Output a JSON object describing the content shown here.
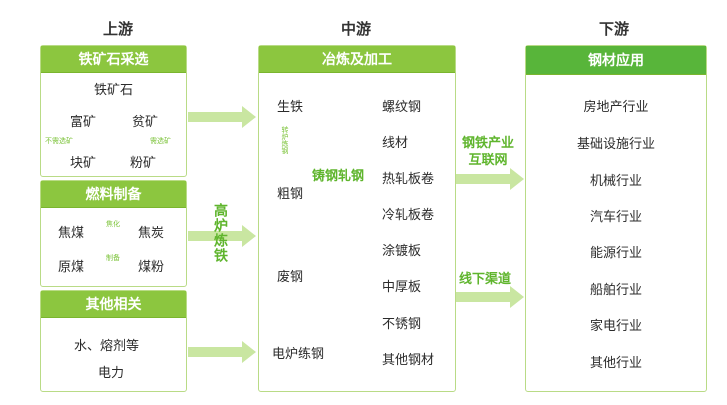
{
  "stages": {
    "upstream": "上游",
    "midstream": "中游",
    "downstream": "下游"
  },
  "upstream": {
    "ore": {
      "header": "铁矿石采选",
      "top": "铁矿石",
      "rich": "富矿",
      "poor": "贫矿",
      "lump": "块矿",
      "powder": "粉矿",
      "note_left": "不需选矿",
      "note_right": "需选矿"
    },
    "fuel": {
      "header": "燃料制备",
      "coal1": "焦煤",
      "coke": "焦炭",
      "coal2": "原煤",
      "coal_powder": "煤粉",
      "note1": "焦化",
      "note2": "制备"
    },
    "other": {
      "header": "其他相关",
      "line1": "水、熔剂等",
      "line2": "电力"
    },
    "arrow_label": "高炉炼铁"
  },
  "midstream": {
    "header": "冶炼及加工",
    "left_nodes": [
      "生铁",
      "粗钢",
      "废钢",
      "电炉练钢"
    ],
    "small_note": "转炉炼钢",
    "mid_label": "铸钢轧钢",
    "products": [
      "螺纹钢",
      "线材",
      "热轧板卷",
      "冷轧板卷",
      "涂镀板",
      "中厚板",
      "不锈钢",
      "其他钢材"
    ]
  },
  "channels": {
    "online": "钢铁产业互联网",
    "offline": "线下渠道"
  },
  "downstream": {
    "header": "钢材应用",
    "items": [
      "房地产行业",
      "基础设施行业",
      "机械行业",
      "汽车行业",
      "能源行业",
      "船舶行业",
      "家电行业",
      "其他行业"
    ]
  },
  "colors": {
    "header_green": "#8cc63f",
    "header_dark_green": "#58b53a",
    "border_green": "#b9db86",
    "arrow_green": "#c9e6a1",
    "text_green": "#5fb52d"
  }
}
